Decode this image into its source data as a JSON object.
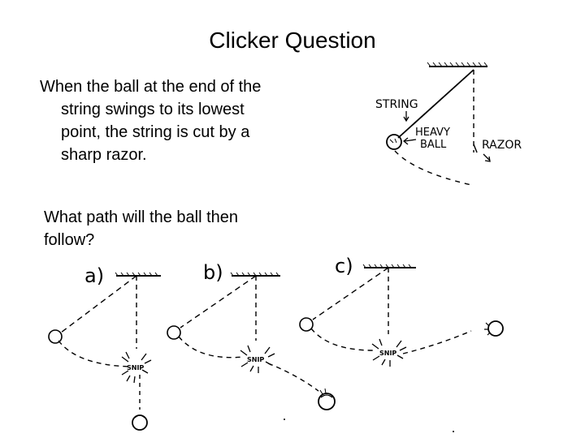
{
  "slide": {
    "title": "Clicker Question",
    "question_lines": [
      "When the ball at the end of the",
      "string swings to its lowest",
      "point, the string is cut by a",
      "sharp razor."
    ],
    "prompt_lines": [
      "What path will the ball then",
      "follow?"
    ]
  },
  "setup_figure": {
    "string_label": "STRING",
    "ball_label_1": "HEAVY",
    "ball_label_2": "BALL",
    "razor_label": "RAZOR"
  },
  "options": [
    {
      "label": "a)"
    },
    {
      "label": "b)"
    },
    {
      "label": "c)"
    }
  ],
  "snip_text": "SNIP"
}
